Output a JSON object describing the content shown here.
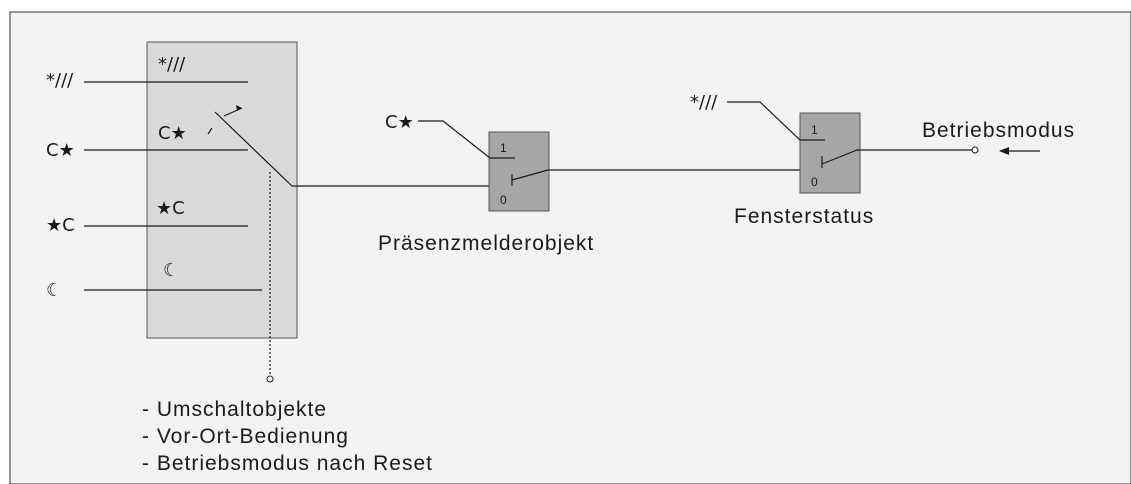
{
  "title": "",
  "icons": {
    "comfort": "comfort-icon",
    "standby": "standby-icon",
    "night": "night-icon",
    "frost": "frost-protection-icon"
  },
  "colors": {
    "background": "#ffffff",
    "frame_background": "#f3f3f3",
    "panel_fill": "#d9d9d9",
    "block_fill": "#a6a6a6",
    "line": "#1a1a1a"
  },
  "symbols": {
    "frost": "*///",
    "comfort": "Ϲ★",
    "standby": "★Ϲ",
    "night": "☾"
  },
  "blocks": {
    "presence": {
      "label": "Präsenzmelderobjekt",
      "one": "1",
      "zero": "0"
    },
    "window": {
      "label": "Fensterstatus",
      "one": "1",
      "zero": "0"
    }
  },
  "output": {
    "label": "Betriebsmodus"
  },
  "notes": [
    "- Umschaltobjekte",
    "- Vor-Ort-Bedienung",
    "- Betriebsmodus nach Reset"
  ]
}
